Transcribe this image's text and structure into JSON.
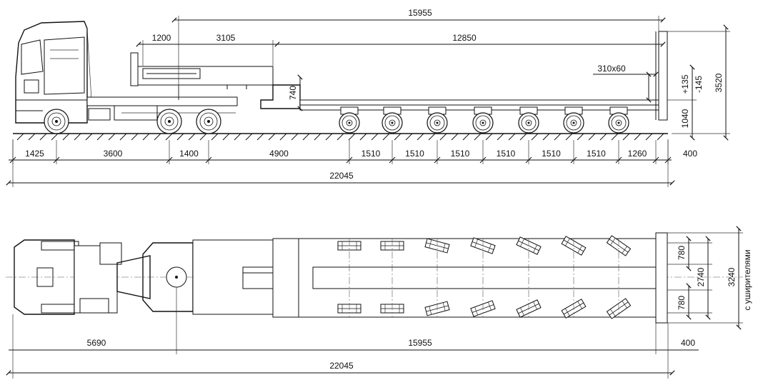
{
  "side_view": {
    "dims_top": {
      "overall_platform": "15955",
      "front_overhang": "1200",
      "gooseneck": "3105",
      "main_deck": "12850",
      "beam_section": "310x60",
      "deck_step_height": "740",
      "plus_tolerance": "+135",
      "minus_tolerance": "-145",
      "deck_height": "1040",
      "overall_height": "3520"
    },
    "dims_bottom": [
      "1425",
      "3600",
      "1400",
      "4900",
      "1510",
      "1510",
      "1510",
      "1510",
      "1510",
      "1510",
      "1260",
      "400"
    ],
    "overall_length": "22045"
  },
  "plan_view": {
    "width_label": "2740",
    "outrigger_top": "780",
    "outrigger_bottom": "780",
    "overall_width": "3240",
    "width_note": "с уширителями",
    "dims_bottom": [
      "5690",
      "15955",
      "400"
    ],
    "overall_length": "22045"
  }
}
